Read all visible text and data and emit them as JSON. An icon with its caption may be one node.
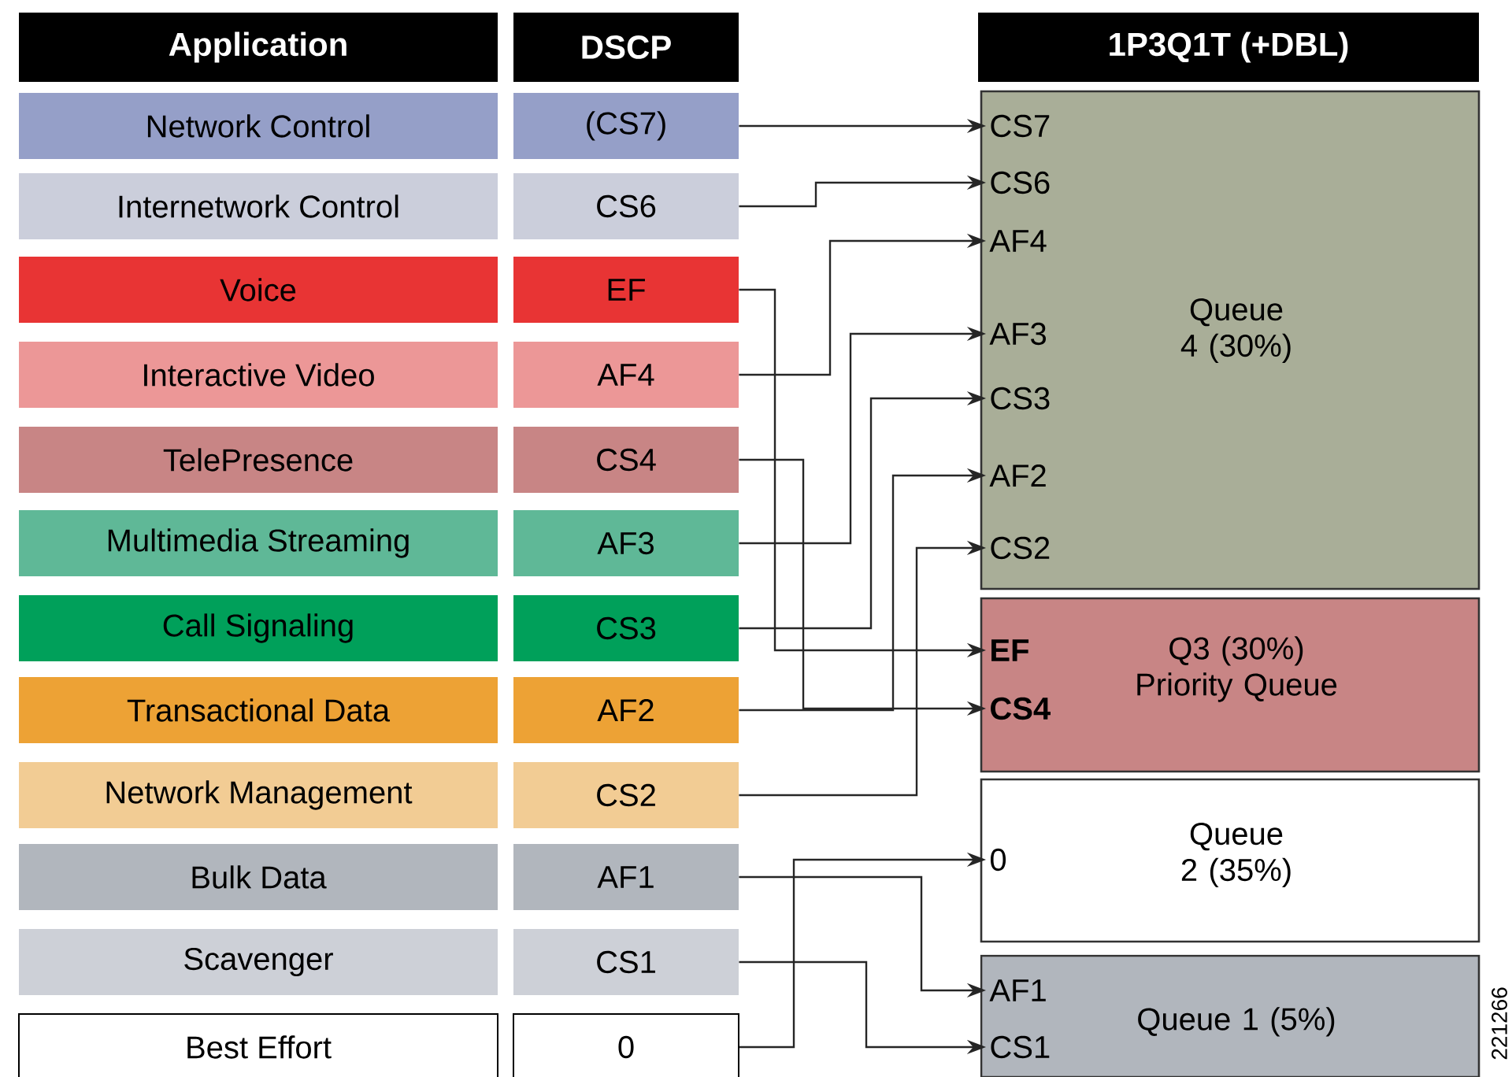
{
  "diagram": {
    "nodes": [
      {
        "text": [
          "Application"
        ]
      },
      {
        "text": [
          "DSCP"
        ]
      },
      {
        "text": [
          "1P3Q1T (+DBL)"
        ]
      },
      {
        "text": [
          "Network Control"
        ]
      },
      {
        "text": [
          "(CS7)"
        ]
      },
      {
        "text": [
          "Internetwork Control"
        ]
      },
      {
        "text": [
          "CS6"
        ]
      },
      {
        "text": [
          "Voice"
        ]
      },
      {
        "text": [
          "EF"
        ]
      },
      {
        "text": [
          "Interactive Video"
        ]
      },
      {
        "text": [
          "AF4"
        ]
      },
      {
        "text": [
          "TelePresence"
        ]
      },
      {
        "text": [
          "CS4"
        ]
      },
      {
        "text": [
          "Multimedia Streaming"
        ]
      },
      {
        "text": [
          "AF3"
        ]
      },
      {
        "text": [
          "Call Signaling"
        ]
      },
      {
        "text": [
          "CS3"
        ]
      },
      {
        "text": [
          "Transactional Data"
        ]
      },
      {
        "text": [
          "AF2"
        ]
      },
      {
        "text": [
          "Network Management"
        ]
      },
      {
        "text": [
          "CS2"
        ]
      },
      {
        "text": [
          "Bulk Data"
        ]
      },
      {
        "text": [
          "AF1"
        ]
      },
      {
        "text": [
          "Scavenger"
        ]
      },
      {
        "text": [
          "CS1"
        ]
      },
      {
        "text": [
          "Best Effort"
        ]
      },
      {
        "text": [
          "0"
        ]
      },
      {
        "text": [
          "Queue 4 (30%)"
        ]
      },
      {
        "text": [
          "CS7"
        ],
        "in": 27
      },
      {
        "text": [
          "CS6"
        ],
        "in": 27
      },
      {
        "text": [
          "AF4"
        ],
        "in": 27
      },
      {
        "text": [
          "AF3"
        ],
        "in": 27
      },
      {
        "text": [
          "CS3"
        ],
        "in": 27
      },
      {
        "text": [
          "AF2"
        ],
        "in": 27
      },
      {
        "text": [
          "CS2"
        ],
        "in": 27
      },
      {
        "text": [
          "Q3 (30%) Priority Queue"
        ]
      },
      {
        "text": [
          "EF"
        ],
        "in": 35
      },
      {
        "text": [
          "CS4"
        ],
        "in": 35
      },
      {
        "text": [
          "Queue 2 (35%)"
        ]
      },
      {
        "text": [
          "0"
        ],
        "in": 38
      },
      {
        "text": [
          "Queue 1 (5%)"
        ]
      },
      {
        "text": [
          "AF1"
        ],
        "in": 40
      },
      {
        "text": [
          "CS1"
        ],
        "in": 40
      }
    ],
    "edges": [
      {
        "from": 4,
        "to": 28,
        "arrow": "to"
      },
      {
        "from": 6,
        "to": 29,
        "arrow": "to"
      },
      {
        "from": 8,
        "to": 36,
        "arrow": "to"
      },
      {
        "from": 10,
        "to": 30,
        "arrow": "to"
      },
      {
        "from": 12,
        "to": 37,
        "arrow": "to"
      },
      {
        "from": 14,
        "to": 31,
        "arrow": "to"
      },
      {
        "from": 16,
        "to": 32,
        "arrow": "to"
      },
      {
        "from": 18,
        "to": 33,
        "arrow": "to"
      },
      {
        "from": 20,
        "to": 34,
        "arrow": "to"
      },
      {
        "from": 22,
        "to": 41,
        "arrow": "to"
      },
      {
        "from": 24,
        "to": 42,
        "arrow": "to"
      },
      {
        "from": 26,
        "to": 39,
        "arrow": "to"
      }
    ],
    "labels": [
      "221266"
    ]
  }
}
